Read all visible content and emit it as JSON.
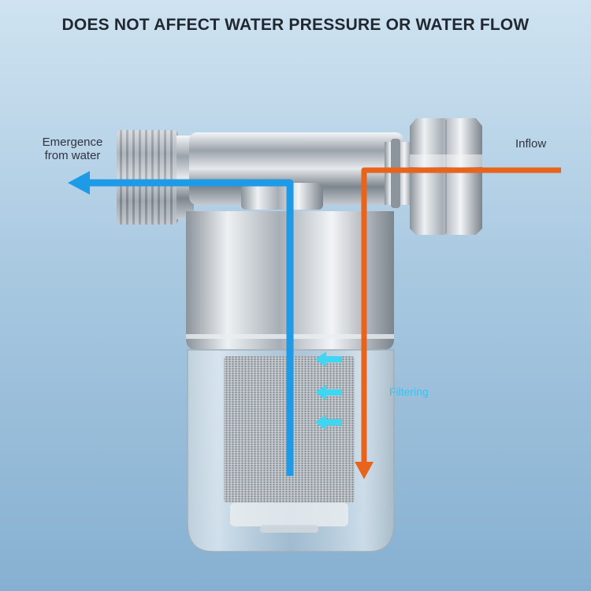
{
  "headline": "DOES NOT AFFECT WATER PRESSURE OR WATER FLOW",
  "labels": {
    "outflow": "Emergence from water",
    "inflow": "Inflow",
    "filtering": "Filtering"
  },
  "colors": {
    "background_top": "#cfe3f1",
    "background_bottom": "#86b0d1",
    "outflow_arrow": "#1e9ae6",
    "inflow_arrow": "#e8641c",
    "filter_arrows": "#3fd6f2",
    "chrome": "#c9ced3"
  }
}
